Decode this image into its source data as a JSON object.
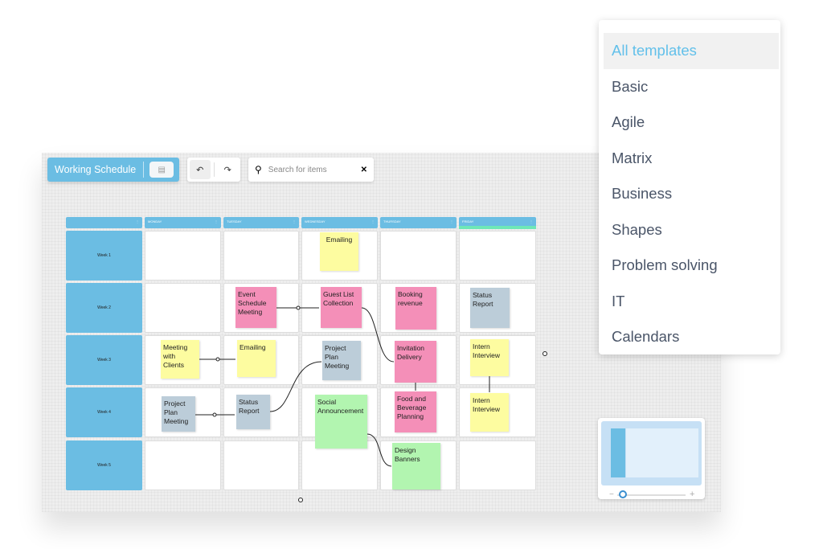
{
  "toolbar": {
    "title": "Working Schedule",
    "search_placeholder": "Search for items"
  },
  "grid": {
    "days": [
      "",
      "MONDAY",
      "TUESDAY",
      "WEDNESDAY",
      "THURSDAY",
      "FRIDAY"
    ],
    "weeks": [
      "Week 1",
      "Week 2",
      "Week 3",
      "Week 4",
      "Week 5"
    ]
  },
  "notes": [
    "Emailing",
    "Event Schedule Meeting",
    "Guest List Collection",
    "Booking revenue",
    "Status Report",
    "Meeting with Clients",
    "Emailing",
    "Project Plan Meeting",
    "Invitation Delivery",
    "Intern Interview",
    "Project Plan Meeting",
    "Status Report",
    "Social Announcement",
    "Food and Beverage Planning",
    "Intern Interview",
    "Design Banners"
  ],
  "colors": {
    "header": "#6bbde3",
    "pink": "#f48fb8",
    "yellow": "#fdfca0",
    "gray": "#bccdd9",
    "green": "#b2f5b0",
    "friday_accent": "#6ee7b7"
  },
  "menu": {
    "items": [
      "All templates",
      "Basic",
      "Agile",
      "Matrix",
      "Business",
      "Shapes",
      "Problem solving",
      "IT",
      "Calendars"
    ],
    "selected": "All templates"
  },
  "minimap": {
    "zoom_level": 0.1
  }
}
